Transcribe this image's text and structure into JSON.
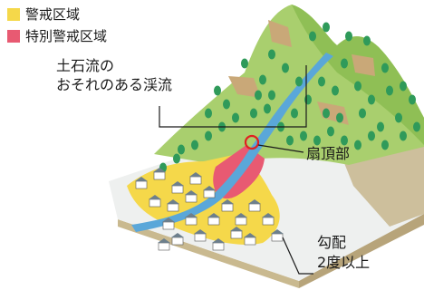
{
  "legend": [
    {
      "label": "警戒区域",
      "color": "#f5d84a"
    },
    {
      "label": "特別警戒区域",
      "color": "#e85a72"
    }
  ],
  "labels": {
    "stream_line1": "土石流の",
    "stream_line2": "おそれのある渓流",
    "fan_apex": "扇頂部",
    "slope_line1": "勾配",
    "slope_line2": "2度以上"
  },
  "colors": {
    "mountain": "#a9cf6e",
    "mountain_dark": "#8fbf55",
    "tree": "#2f9a5a",
    "ground": "#eef0ef",
    "cliff": "#cdbf9c",
    "river": "#5aa7d9",
    "warning": "#f5d84a",
    "special_warning": "#e85a72",
    "debris": "#c9a878"
  }
}
